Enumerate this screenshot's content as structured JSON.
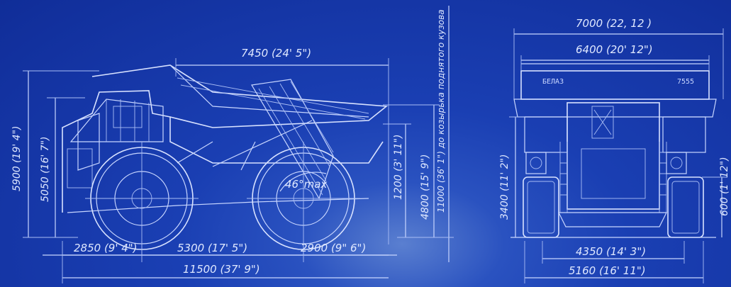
{
  "side_view": {
    "top_length": "7450 (24' 5\")",
    "height_total": "5900 (19' 4\")",
    "height_cab": "5050 (16' 7\")",
    "angle": "46°max",
    "bed_height": "1200 (3' 11\")",
    "height_loaded": "4800 (15' 9\")",
    "height_dumped": "11000 (36' 1\") до козырька поднятого кузова",
    "front_overhang": "2850 (9' 4\")",
    "wheelbase": "5300 (17' 5\")",
    "rear_overhang": "2900 (9\" 6\")",
    "total_length": "11500 (37' 9\")"
  },
  "front_view": {
    "width_total": "7000 (22, 12 )",
    "width_body": "6400 (20' 12\")",
    "height_body": "3400 (11' 2\")",
    "ground_clearance": "600 (1' 12\")",
    "track": "4350 (14' 3\")",
    "tire_width": "5160 (16' 11\")",
    "badge_left": "БЕЛАЗ",
    "badge_right": "7555"
  }
}
